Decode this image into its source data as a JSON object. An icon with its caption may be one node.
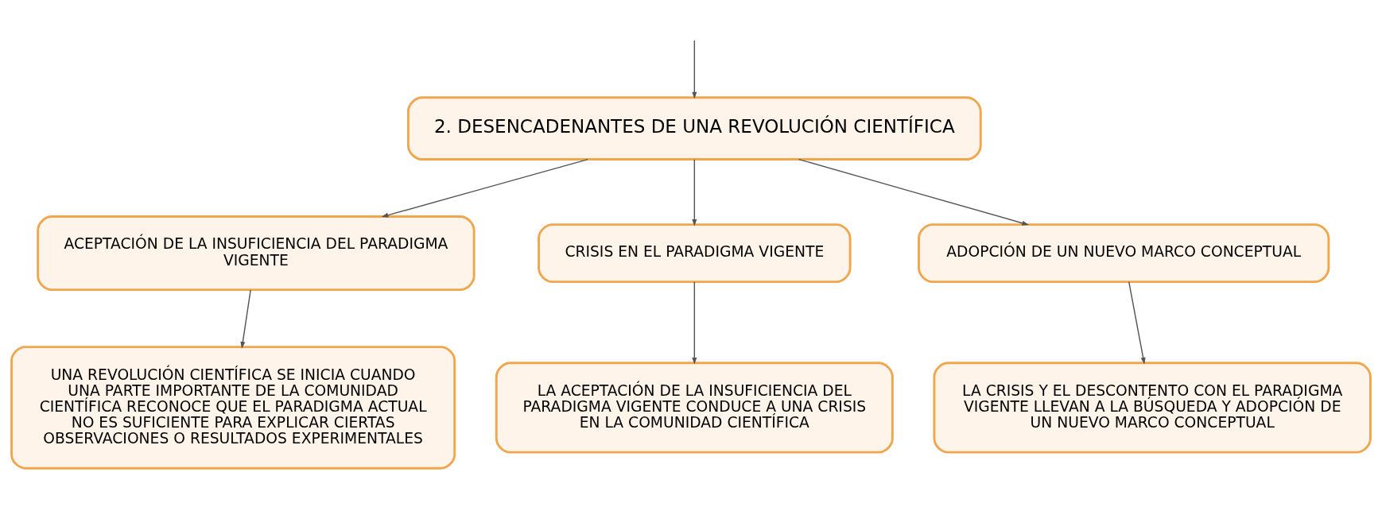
{
  "diagram": {
    "nodes": [
      {
        "text": [
          "2. DESENCADENANTES DE UNA REVOLUCIÓN CIENTÍFICA"
        ]
      },
      {
        "text": [
          "ACEPTACIÓN DE LA INSUFICIENCIA DEL PARADIGMA VIGENTE"
        ]
      },
      {
        "text": [
          "CRISIS EN EL PARADIGMA VIGENTE"
        ]
      },
      {
        "text": [
          "ADOPCIÓN DE UN NUEVO MARCO CONCEPTUAL"
        ]
      },
      {
        "text": [
          "UNA REVOLUCIÓN CIENTÍFICA SE INICIA CUANDO UNA PARTE IMPORTANTE DE LA COMUNIDAD CIENTÍFICA RECONOCE QUE EL PARADIGMA ACTUAL NO ES SUFICIENTE PARA EXPLICAR CIERTAS OBSERVACIONES O RESULTADOS EXPERIMENTALES"
        ]
      },
      {
        "text": [
          "LA ACEPTACIÓN DE LA INSUFICIENCIA DEL PARADIGMA VIGENTE CONDUCE A UNA CRISIS EN LA COMUNIDAD CIENTÍFICA"
        ]
      },
      {
        "text": [
          "LA CRISIS Y EL DESCONTENTO CON EL PARADIGMA VIGENTE LLEVAN A LA BÚSQUEDA Y ADOPCIÓN DE UN NUEVO MARCO CONCEPTUAL"
        ]
      }
    ],
    "edges": [
      {
        "from": null,
        "to": 0,
        "arrow": "to"
      },
      {
        "from": 0,
        "to": 1,
        "arrow": "to"
      },
      {
        "from": 0,
        "to": 2,
        "arrow": "to"
      },
      {
        "from": 0,
        "to": 3,
        "arrow": "to"
      },
      {
        "from": 1,
        "to": 4,
        "arrow": "to"
      },
      {
        "from": 2,
        "to": 5,
        "arrow": "to"
      },
      {
        "from": 3,
        "to": 6,
        "arrow": "to"
      }
    ]
  }
}
